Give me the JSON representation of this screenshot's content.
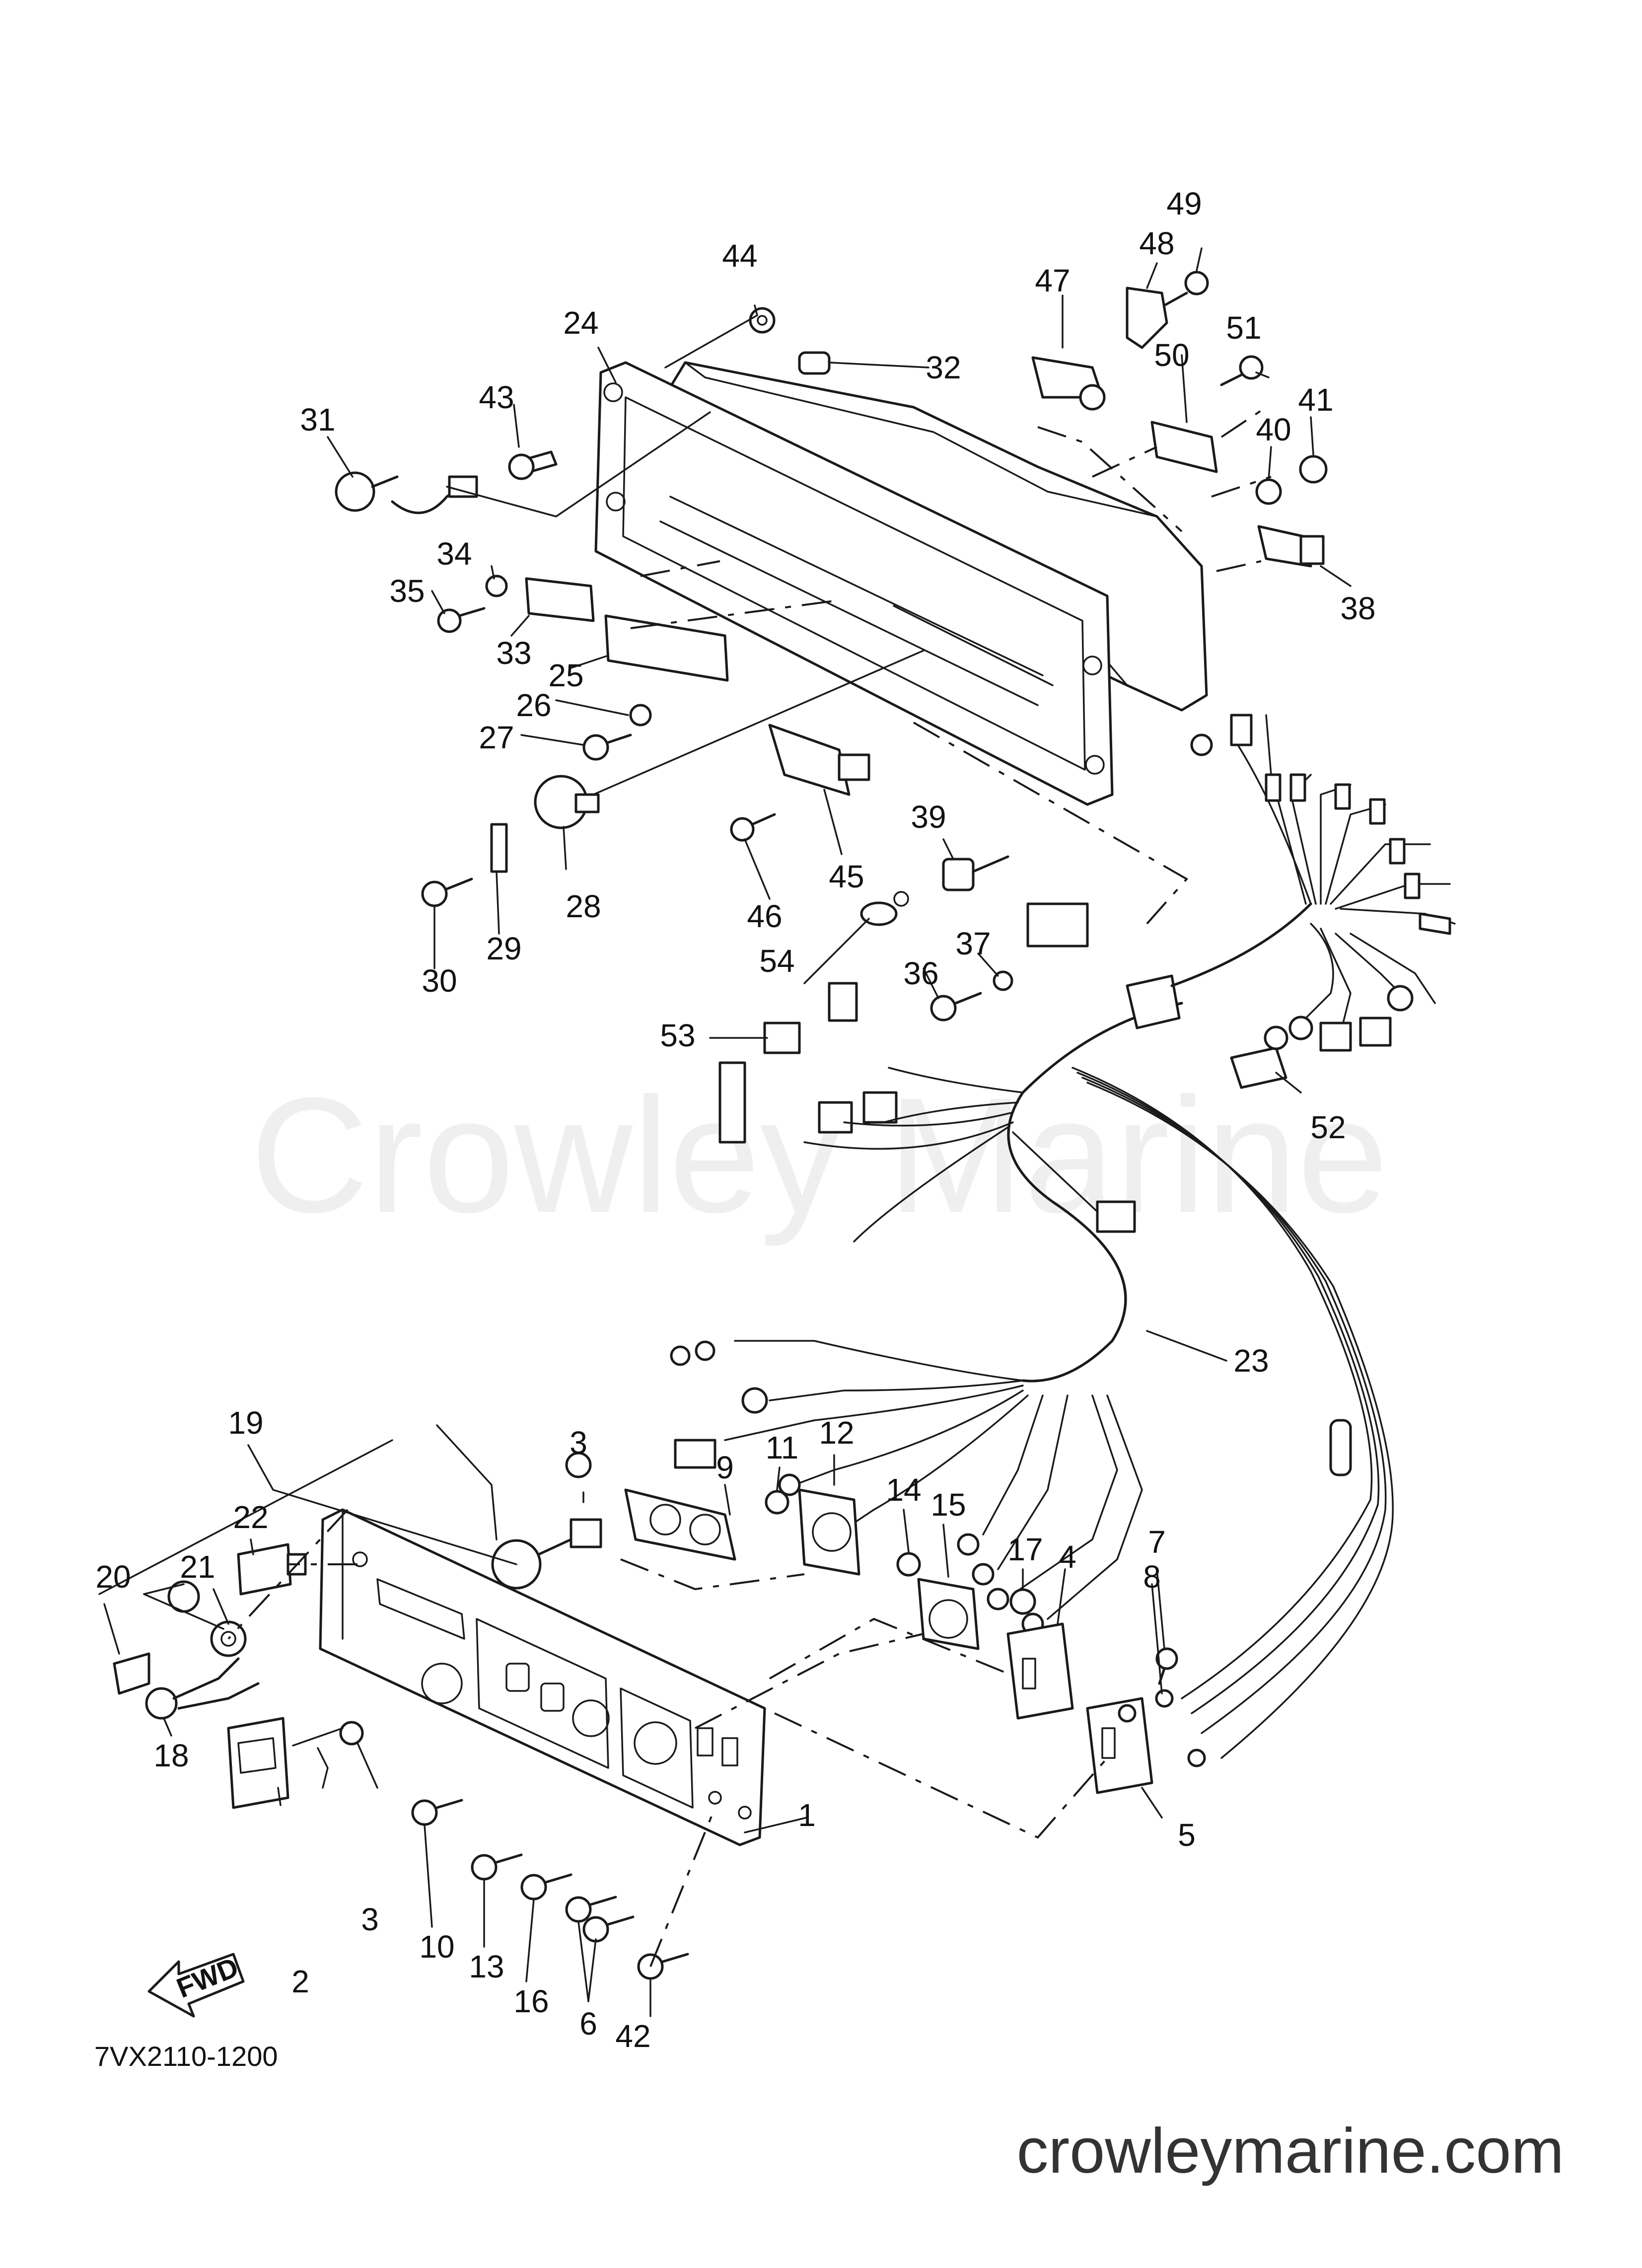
{
  "watermark": "Crowley Marine",
  "footer_url": "crowleymarine.com",
  "diagram_code": "7VX2110-1200",
  "direction_arrow": "FWD",
  "callouts": [
    "1",
    "2",
    "3",
    "3",
    "4",
    "5",
    "6",
    "7",
    "8",
    "9",
    "10",
    "11",
    "12",
    "13",
    "14",
    "15",
    "16",
    "17",
    "18",
    "19",
    "20",
    "21",
    "22",
    "23",
    "24",
    "25",
    "26",
    "27",
    "28",
    "29",
    "30",
    "31",
    "32",
    "33",
    "34",
    "35",
    "36",
    "37",
    "38",
    "39",
    "40",
    "41",
    "42",
    "43",
    "44",
    "45",
    "46",
    "47",
    "48",
    "49",
    "50",
    "51",
    "52",
    "53",
    "54"
  ],
  "colors": {
    "ink": "#1a1a1a",
    "watermark": "#efefef",
    "background": "#ffffff"
  }
}
